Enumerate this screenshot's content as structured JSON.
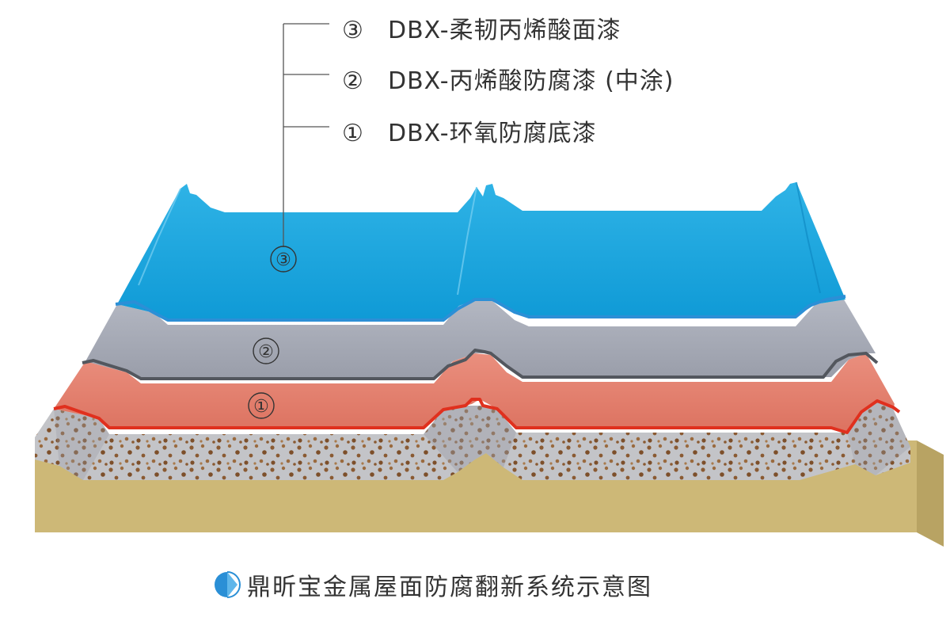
{
  "legend": [
    {
      "marker": "③",
      "label": "DBX-柔韧丙烯酸面漆"
    },
    {
      "marker": "②",
      "label": "DBX-丙烯酸防腐漆 (中涂)"
    },
    {
      "marker": "①",
      "label": "DBX-环氧防腐底漆"
    }
  ],
  "layers": [
    {
      "marker": "③",
      "color": "#19a2dc",
      "edge_color": "#2c8fd6"
    },
    {
      "marker": "②",
      "color": "#a5a9b5",
      "edge_color": "#53575e"
    },
    {
      "marker": "①",
      "color": "#e27e6c",
      "edge_color": "#e0301e"
    }
  ],
  "substrate": {
    "insulation_color": "#c3c4c8",
    "dot_color": "#8a5a32",
    "base_color": "#cdb877"
  },
  "caption": {
    "text": "鼎昕宝金属屋面防腐翻新系统示意图",
    "icon": "play-circle-icon",
    "icon_color": "#2a8fd6"
  }
}
